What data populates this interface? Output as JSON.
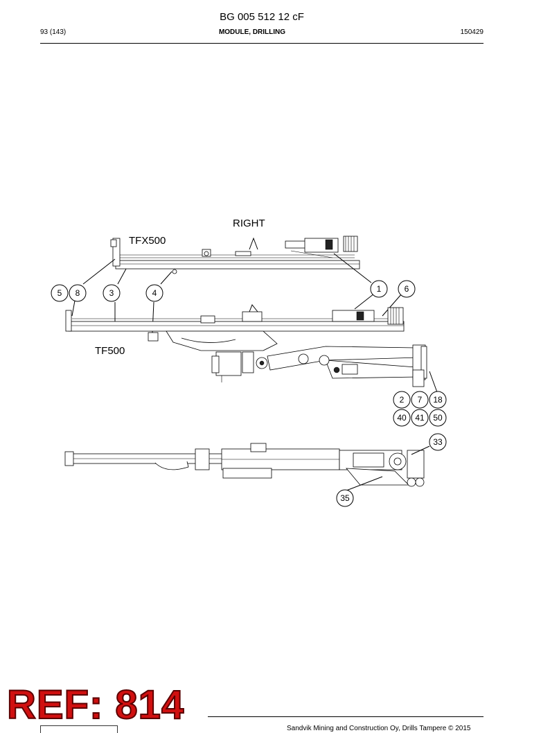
{
  "header": {
    "doc_number": "BG 005 512 12 cF",
    "page": "93 (143)",
    "section": "MODULE, DRILLING",
    "date": "150429"
  },
  "labels": {
    "side": "RIGHT",
    "feed_top": "TFX500",
    "feed_middle": "TF500"
  },
  "callouts": [
    {
      "id": "c5",
      "text": "5"
    },
    {
      "id": "c8",
      "text": "8"
    },
    {
      "id": "c3",
      "text": "3"
    },
    {
      "id": "c4",
      "text": "4"
    },
    {
      "id": "c1",
      "text": "1"
    },
    {
      "id": "c6",
      "text": "6"
    },
    {
      "id": "c2",
      "text": "2"
    },
    {
      "id": "c7",
      "text": "7"
    },
    {
      "id": "c18",
      "text": "18"
    },
    {
      "id": "c40",
      "text": "40"
    },
    {
      "id": "c41",
      "text": "41"
    },
    {
      "id": "c50",
      "text": "50"
    },
    {
      "id": "c33",
      "text": "33"
    },
    {
      "id": "c35",
      "text": "35"
    }
  ],
  "watermark": "REF: 814",
  "footer": {
    "copyright": "Sandvik Mining and Construction Oy, Drills Tampere © 2015"
  }
}
